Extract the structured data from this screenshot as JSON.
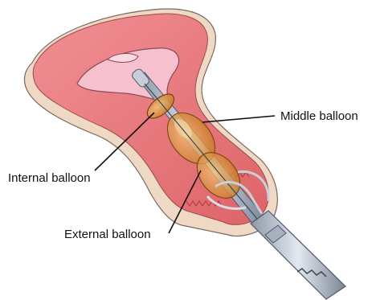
{
  "labels": {
    "middle_balloon": "Middle balloon",
    "internal_balloon": "Internal balloon",
    "external_balloon": "External balloon"
  },
  "colors": {
    "organ_tissue": "#e9757a",
    "organ_cut_edge": "#f0d9c6",
    "cavity": "#f5b7c6",
    "balloon": "#d2872e",
    "catheter_shaft": "#b9c2cf",
    "leader_line": "#111111"
  }
}
